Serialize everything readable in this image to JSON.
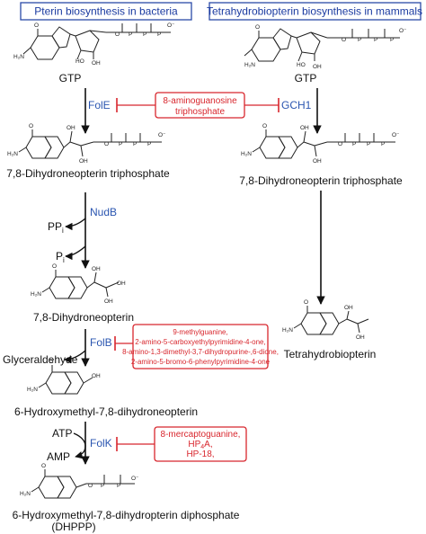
{
  "headers": {
    "bacteria": "Pterin biosynthesis in bacteria",
    "mammals": "Tetrahydrobiopterin biosynthesis in mammals"
  },
  "compounds": {
    "gtp_left": "GTP",
    "gtp_right": "GTP",
    "dhnp_tp_left": "7,8-Dihydroneopterin triphosphate",
    "dhnp_tp_right": "7,8-Dihydroneopterin triphosphate",
    "dhnp": "7,8-Dihydroneopterin",
    "bh4": "Tetrahydrobiopterin",
    "hmdp": "6-Hydroxymethyl-7,8-dihydroneopterin",
    "dhppp_line1": "6-Hydroxymethyl-7,8-dihydropterin diphosphate",
    "dhppp_line2": "(DHPPP)",
    "glyceraldehyde": "Glyceraldehyde",
    "ppi": "PP",
    "ppi_sub": "i",
    "pi": "P",
    "pi_sub": "i",
    "atp": "ATP",
    "amp": "AMP"
  },
  "enzymes": {
    "fole": "FolE",
    "gch1": "GCH1",
    "nudb": "NudB",
    "folb": "FolB",
    "folk": "FolK"
  },
  "inhibitors": {
    "gch": [
      "8-aminoguanosine",
      "triphosphate"
    ],
    "folb": [
      "9-methylguanine,",
      "2-amino-5-carboxyethylpyrimidine-4-one,",
      "8-amino-1,3-dimethyl-3,7-dihydropurine-,6-dione,",
      "2-amino-5-bromo-6-phenylpyrimidine-4-one"
    ],
    "folk_line1": "8-mercaptoguanine,",
    "folk_line2_pre": "HP",
    "folk_line2_sub": "4",
    "folk_line2_post": "A,",
    "folk_line3": "HP-18,"
  },
  "colors": {
    "header_border": "#2b4aa8",
    "enzyme_text": "#2a55b0",
    "inhibitor": "#d8262d",
    "arrow": "#111111"
  }
}
